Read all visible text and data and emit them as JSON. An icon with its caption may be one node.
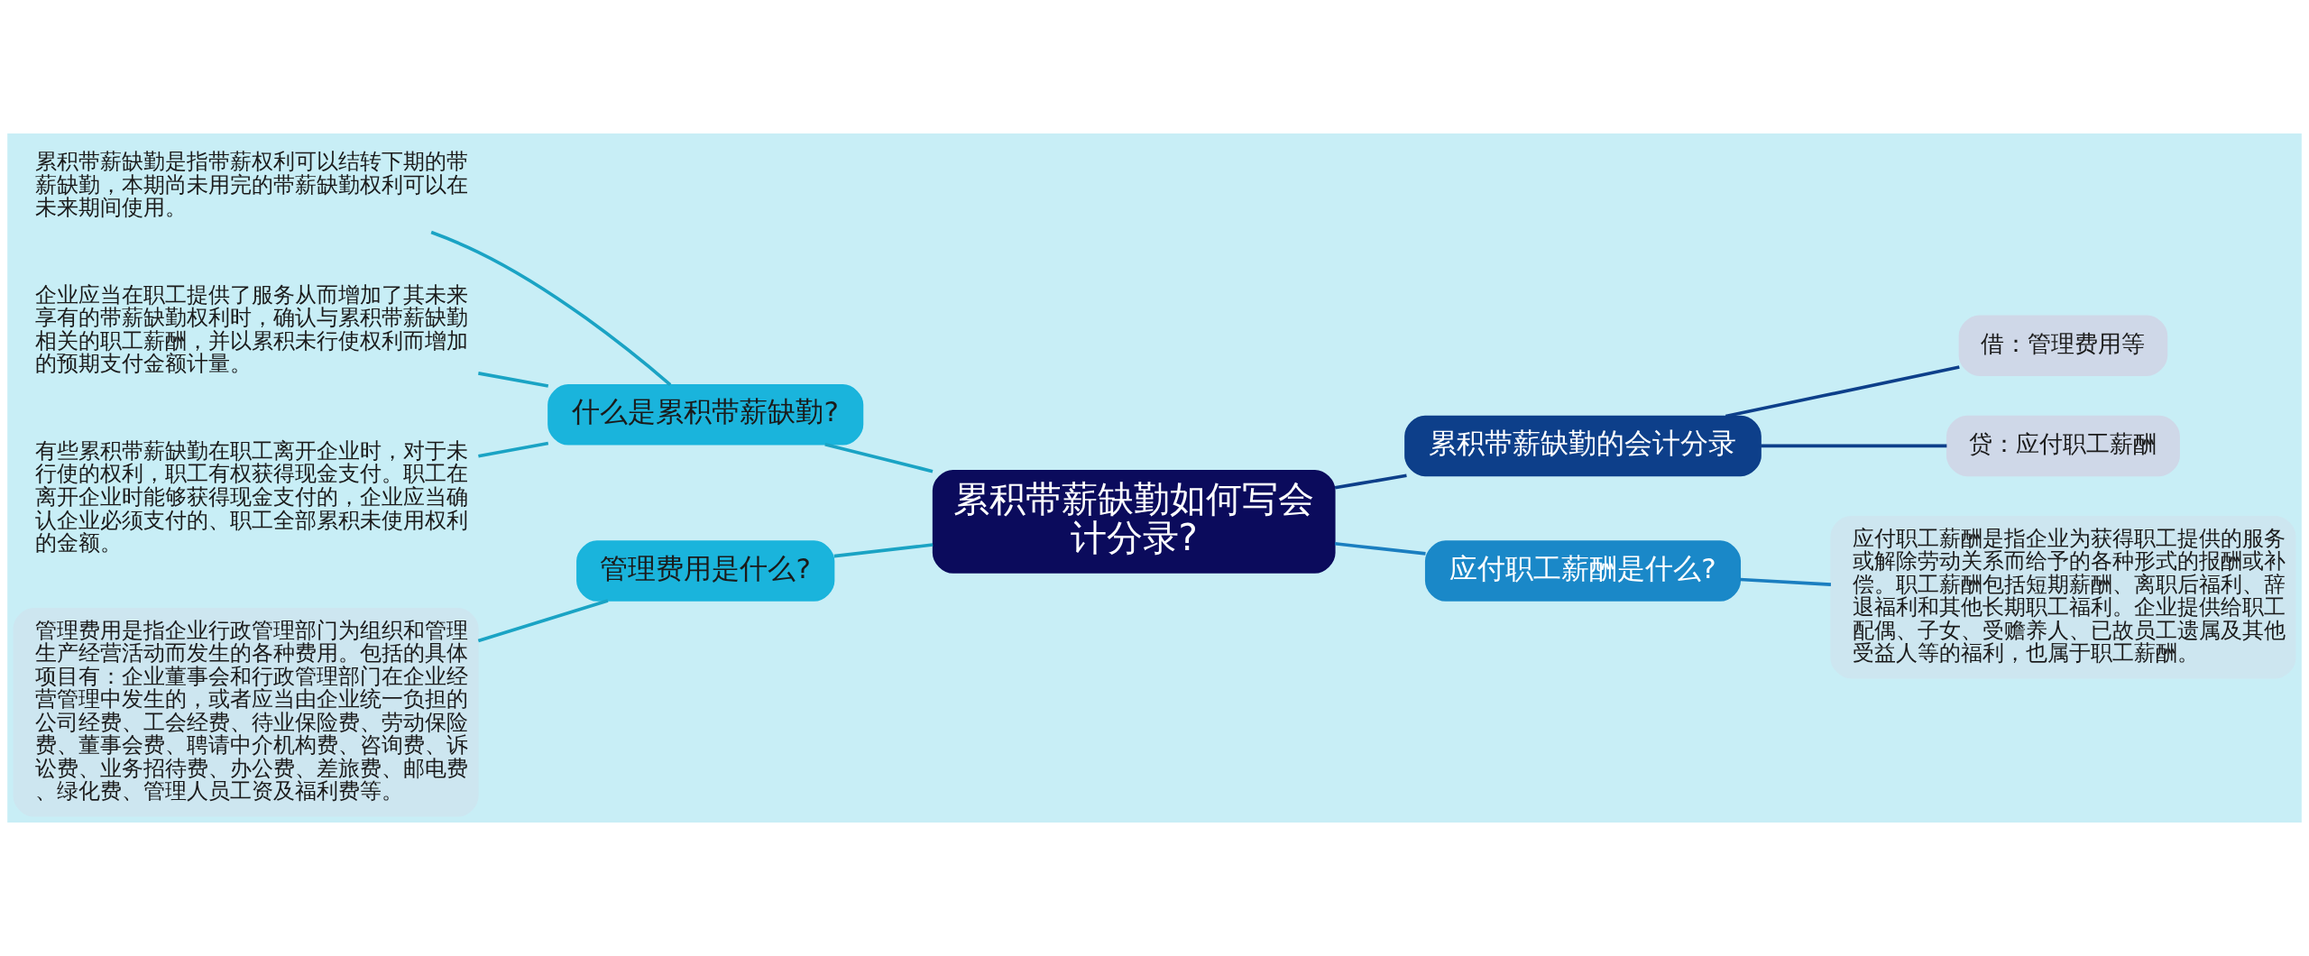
{
  "diagram": {
    "nodes": [
      {
        "text": [
          "累积带薪缺勤如何写会计分录?"
        ]
      },
      {
        "text": [
          "什么是累积带薪缺勤?"
        ]
      },
      {
        "text": [
          "累积带薪缺勤是指带薪权利可以结转下期的带薪缺勤，本期尚未用完的带薪缺勤权利可以在未来期间使用。"
        ]
      },
      {
        "text": [
          "企业应当在职工提供了服务从而增加了其未来享有的带薪缺勤权利时，确认与累积带薪缺勤相关的职工薪酬，并以累积未行使权利而增加的预期支付金额计量。"
        ]
      },
      {
        "text": [
          "有些累积带薪缺勤在职工离开企业时，对于未行使的权利，职工有权获得现金支付。职工在离开企业时能够获得现金支付的，企业应当确认企业必须支付的、职工全部累积未使用权利的金额。"
        ]
      },
      {
        "text": [
          "管理费用是什么?"
        ]
      },
      {
        "text": [
          "管理费用是指企业行政管理部门为组织和管理生产经营活动而发生的各种费用。包括的具体项目有：企业董事会和行政管理部门在企业经营管理中发生的，或者应当由企业统一负担的公司经费、工会经费、待业保险费、劳动保险费、董事会费、聘请中介机构费、咨询费、诉讼费、业务招待费、办公费、差旅费、邮电费、绿化费、管理人员工资及福利费等。"
        ]
      },
      {
        "text": [
          "累积带薪缺勤的会计分录"
        ]
      },
      {
        "text": [
          "借：管理费用等"
        ]
      },
      {
        "text": [
          "贷：应付职工薪酬"
        ]
      },
      {
        "text": [
          "应付职工薪酬是什么?"
        ]
      },
      {
        "text": [
          "应付职工薪酬是指企业为获得职工提供的服务或解除劳动关系而给予的各种形式的报酬或补偿。职工薪酬包括短期薪酬、离职后福利、辞退福利和其他长期职工福利。企业提供给职工配偶、子女、受赡养人、已故员工遗属及其他受益人等的福利，也属于职工薪酬。"
        ]
      }
    ],
    "edges": [
      {
        "from": 2,
        "to": 1,
        "arrow": "none",
        "color": "#1aa3c4"
      },
      {
        "from": 3,
        "to": 1,
        "arrow": "none",
        "color": "#1aa3c4"
      },
      {
        "from": 4,
        "to": 1,
        "arrow": "none",
        "color": "#1aa3c4"
      },
      {
        "from": 1,
        "to": 0,
        "arrow": "none",
        "color": "#1aa3c4"
      },
      {
        "from": 6,
        "to": 5,
        "arrow": "none",
        "color": "#1aa3c4"
      },
      {
        "from": 5,
        "to": 0,
        "arrow": "none",
        "color": "#1aa3c4"
      },
      {
        "from": 0,
        "to": 7,
        "arrow": "none",
        "color": "#0d3f8a"
      },
      {
        "from": 7,
        "to": 8,
        "arrow": "none",
        "color": "#0d3f8a"
      },
      {
        "from": 7,
        "to": 9,
        "arrow": "none",
        "color": "#0d3f8a"
      },
      {
        "from": 0,
        "to": 10,
        "arrow": "none",
        "color": "#1a7ec0"
      },
      {
        "from": 10,
        "to": 11,
        "arrow": "none",
        "color": "#1a7ec0"
      }
    ]
  }
}
